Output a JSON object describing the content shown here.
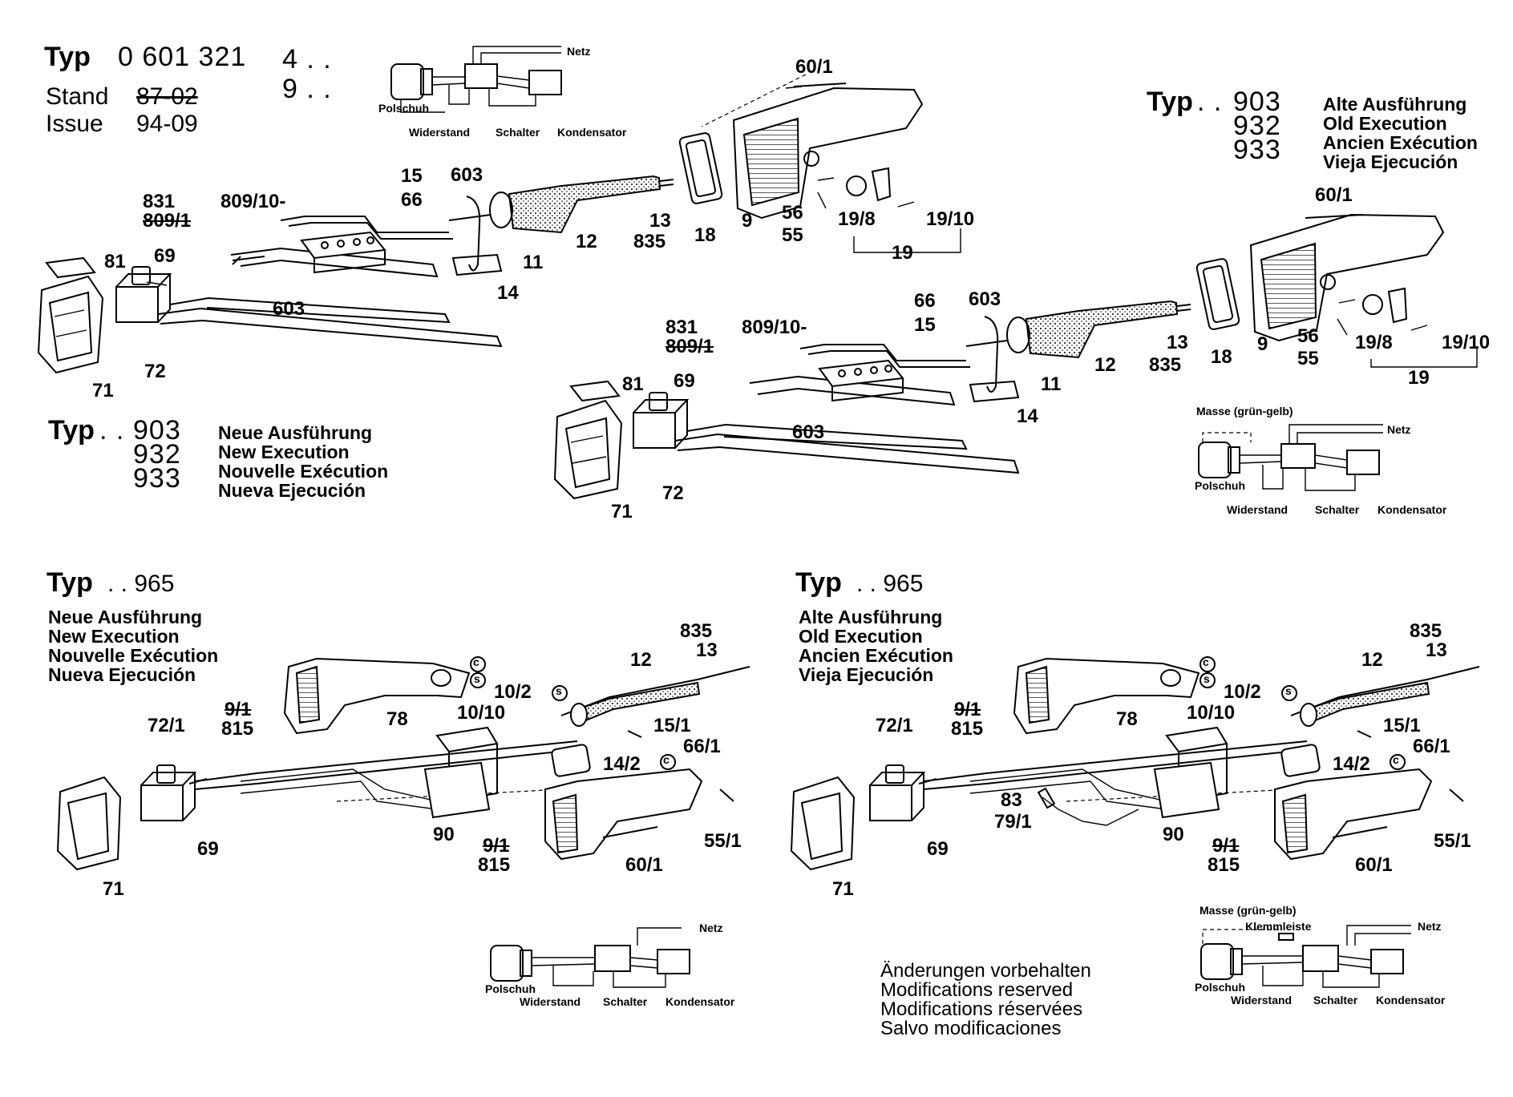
{
  "header": {
    "typ_word": "Typ",
    "typ_code": "0 601 321",
    "variant_a": "4 . .",
    "variant_b": "9 . .",
    "stand_label": "Stand",
    "stand_value": "87-02",
    "issue_label": "Issue",
    "issue_value": "94-09"
  },
  "sections": {
    "new_top": {
      "typ": "Typ",
      "dots": ". .",
      "codes": [
        "903",
        "932",
        "933"
      ],
      "lines": [
        "Neue Ausführung",
        "New Execution",
        "Nouvelle Exécution",
        "Nueva Ejecución"
      ]
    },
    "old_top": {
      "typ": "Typ",
      "dots": ". .",
      "codes": [
        "903",
        "932",
        "933"
      ],
      "lines": [
        "Alte Ausführung",
        "Old Execution",
        "Ancien Exécution",
        "Vieja Ejecución"
      ]
    },
    "new_965": {
      "typ": "Typ",
      "code": ". . 965",
      "lines": [
        "Neue Ausführung",
        "New Execution",
        "Nouvelle Exécution",
        "Nueva Ejecución"
      ]
    },
    "old_965": {
      "typ": "Typ",
      "code": ". . 965",
      "lines": [
        "Alte Ausführung",
        "Old Execution",
        "Ancien Exécution",
        "Vieja Ejecución"
      ]
    }
  },
  "wiring": {
    "netz": "Netz",
    "polschuh": "Polschuh",
    "widerstand": "Widerstand",
    "schalter": "Schalter",
    "kondensator": "Kondensator",
    "masse": "Masse (grün-gelb)",
    "klemmleiste": "Klemmleiste"
  },
  "circle_marks": {
    "c": "c",
    "s": "s"
  },
  "parts_a": {
    "p60_1": "60/1",
    "p831": "831",
    "p809_1": "809/1",
    "p809_10": "809/10-",
    "p15": "15",
    "p66": "66",
    "p603_top": "603",
    "p12": "12",
    "p13": "13",
    "p835": "835",
    "p18": "18",
    "p9": "9",
    "p56": "56",
    "p55": "55",
    "p19_8": "19/8",
    "p19_10": "19/10",
    "p19": "19",
    "p11": "11",
    "p81": "81",
    "p69": "69",
    "p603": "603",
    "p14": "14",
    "p72": "72",
    "p71": "71"
  },
  "parts_b": {
    "p60_1": "60/1",
    "p831": "831",
    "p809_1": "809/1",
    "p809_10": "809/10-",
    "p66": "66",
    "p15": "15",
    "p603_top": "603",
    "p12": "12",
    "p13": "13",
    "p835": "835",
    "p18": "18",
    "p9": "9",
    "p56": "56",
    "p55": "55",
    "p19_8": "19/8",
    "p19_10": "19/10",
    "p19": "19",
    "p11": "11",
    "p81": "81",
    "p69": "69",
    "p603": "603",
    "p14": "14",
    "p72": "72",
    "p71": "71"
  },
  "parts_c": {
    "p835": "835",
    "p13": "13",
    "p12": "12",
    "p9_1": "9/1",
    "p815": "815",
    "p10_2": "10/2",
    "p72_1": "72/1",
    "p78": "78",
    "p10_10": "10/10",
    "p15_1": "15/1",
    "p66_1": "66/1",
    "p14_2": "14/2",
    "p90": "90",
    "p9_1b": "9/1",
    "p815b": "815",
    "p60_1": "60/1",
    "p55_1": "55/1",
    "p69": "69",
    "p71": "71"
  },
  "parts_d": {
    "p835": "835",
    "p13": "13",
    "p12": "12",
    "p9_1": "9/1",
    "p815": "815",
    "p10_2": "10/2",
    "p72_1": "72/1",
    "p78": "78",
    "p10_10": "10/10",
    "p15_1": "15/1",
    "p66_1": "66/1",
    "p14_2": "14/2",
    "p83": "83",
    "p79_1": "79/1",
    "p90": "90",
    "p9_1b": "9/1",
    "p815b": "815",
    "p60_1": "60/1",
    "p55_1": "55/1",
    "p69": "69",
    "p71": "71"
  },
  "modifications": [
    "Änderungen vorbehalten",
    "Modifications reserved",
    "Modifications réservées",
    "Salvo modificaciones"
  ]
}
